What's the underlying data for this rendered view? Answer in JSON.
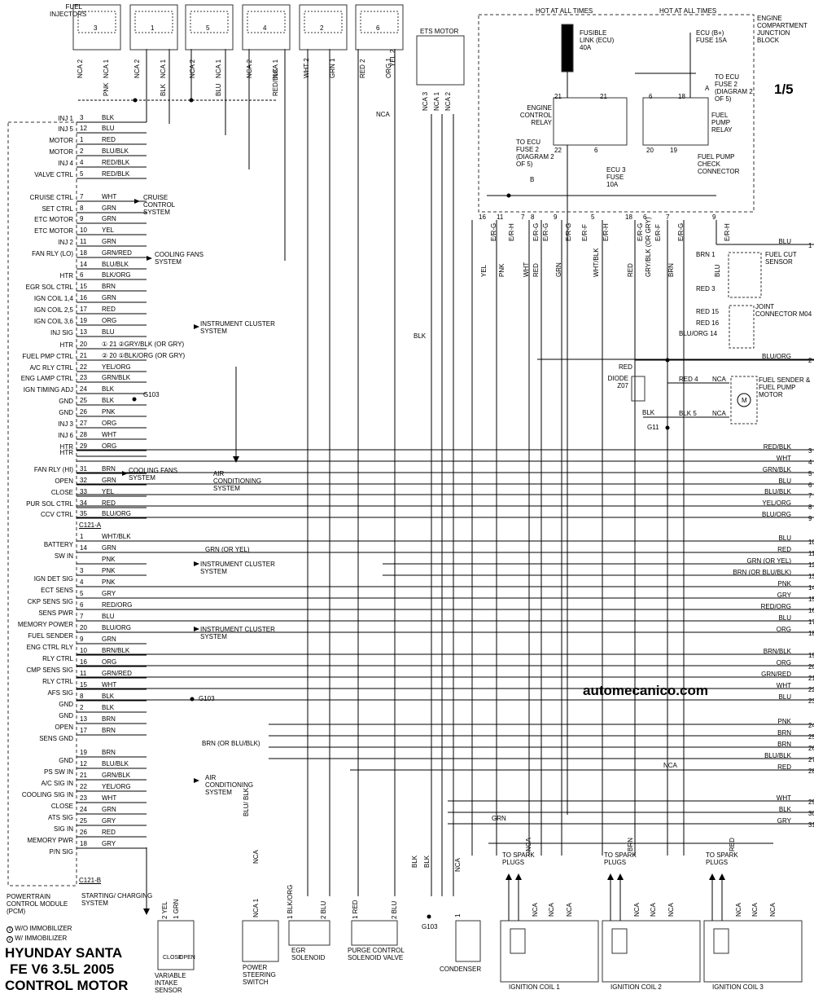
{
  "page_number": "1/5",
  "watermark": "automecanico.com",
  "title_lines": [
    "HYUNDAY SANTA",
    "FE V6 3.5L 2005",
    "CONTROL MOTOR"
  ],
  "notes": [
    {
      "mark": "1",
      "text": "W/O IMMOBILIZER"
    },
    {
      "mark": "2",
      "text": "W/ IMMOBILIZER"
    }
  ],
  "pcm_label": "POWERTRAIN CONTROL MODULE (PCM)",
  "connectors": {
    "a": "C121-A",
    "b": "C121-B"
  },
  "fuel_injectors": {
    "label": "FUEL INJECTORS",
    "units": [
      {
        "num": "3",
        "pin_a": "NCA 2",
        "pin_b": "NCA 1",
        "wire": "PNK"
      },
      {
        "num": "1",
        "pin_a": "NCA 2",
        "pin_b": "NCA 1",
        "wire": "BLK"
      },
      {
        "num": "5",
        "pin_a": "NCA 2",
        "pin_b": "NCA 1",
        "wire": "BLU"
      },
      {
        "num": "4",
        "pin_a": "NCA 2",
        "pin_b": "NCA 1",
        "wire": "RED/BLK"
      },
      {
        "num": "2",
        "pin_a": "WHT 2",
        "pin_b": "GRN 1",
        "wire": ""
      },
      {
        "num": "6",
        "pin_a": "RED 2",
        "pin_b": "ORG 1",
        "wire": ""
      }
    ],
    "extra_wire": "YEL 2"
  },
  "ets_motor": {
    "label": "ETS MOTOR",
    "pins": [
      "NCA 3",
      "NCA 1",
      "NCA 2"
    ]
  },
  "junction_block": {
    "label": "ENGINE COMPARTMENT JUNCTION BLOCK",
    "hot_left": "HOT AT ALL TIMES",
    "hot_right": "HOT AT ALL TIMES",
    "fusible_link": "FUSIBLE LINK (ECU) 40A",
    "ecu_b_fuse": "ECU (B+) FUSE 15A",
    "ecu3_fuse": "ECU 3 FUSE 10A",
    "to_ecu_fuse2_a": "TO ECU FUSE 2 (DIAGRAM 2 OF 5)",
    "to_ecu_fuse2_b": "TO ECU FUSE 2 (DIAGRAM 2 OF 5)",
    "engine_control_relay": "ENGINE CONTROL RELAY",
    "fuel_pump_relay": "FUEL PUMP RELAY",
    "fuel_pump_check": "FUEL PUMP CHECK CONNECTOR",
    "relay_pins": [
      "21",
      "21",
      "22",
      "6",
      "6",
      "18",
      "20",
      "19"
    ],
    "marker_a": "A",
    "marker_b": "B",
    "bottom_pins": [
      {
        "num": "16",
        "code": "E/R-G",
        "wire": "YEL"
      },
      {
        "num": "11",
        "code": "E/R-H",
        "wire": "PNK"
      },
      {
        "num": "7",
        "code": "E/R-G",
        "wire": "WHT"
      },
      {
        "num": "8",
        "code": "E/R-G",
        "wire": "RED"
      },
      {
        "num": "9",
        "code": "E/R-G",
        "wire": "GRN"
      },
      {
        "num": "",
        "code": "E/R-F",
        "wire": ""
      },
      {
        "num": "5",
        "code": "E/R-H",
        "wire": "WHT/BLK"
      },
      {
        "num": "18",
        "code": "E/R-G",
        "wire": "RED"
      },
      {
        "num": "6",
        "code": "E/R-F",
        "wire": "GRY/BLK (OR GRY)"
      },
      {
        "num": "7",
        "code": "E/R-G",
        "wire": "BRN"
      },
      {
        "num": "9",
        "code": "E/R-H",
        "wire": "BLU"
      }
    ]
  },
  "pcm_a_pins": [
    {
      "sig": "INJ 1",
      "pin": "3",
      "wire": "BLK"
    },
    {
      "sig": "INJ 5",
      "pin": "12",
      "wire": "BLU"
    },
    {
      "sig": "MOTOR",
      "pin": "1",
      "wire": "RED"
    },
    {
      "sig": "MOTOR",
      "pin": "2",
      "wire": "BLU/BLK"
    },
    {
      "sig": "INJ 4",
      "pin": "4",
      "wire": "RED/BLK"
    },
    {
      "sig": "VALVE CTRL",
      "pin": "5",
      "wire": "RED/BLK"
    },
    {
      "sig": "CRUISE CTRL",
      "pin": "7",
      "wire": "WHT"
    },
    {
      "sig": "SET CTRL",
      "pin": "8",
      "wire": "GRN"
    },
    {
      "sig": "ETC MOTOR",
      "pin": "9",
      "wire": "GRN"
    },
    {
      "sig": "ETC MOTOR",
      "pin": "10",
      "wire": "YEL"
    },
    {
      "sig": "INJ 2",
      "pin": "11",
      "wire": "GRN"
    },
    {
      "sig": "FAN RLY (LO)",
      "pin": "18",
      "wire": "GRN/RED"
    },
    {
      "sig": "",
      "pin": "14",
      "wire": "BLU/BLK"
    },
    {
      "sig": "HTR",
      "pin": "6",
      "wire": "BLK/ORG"
    },
    {
      "sig": "EGR SOL CTRL",
      "pin": "15",
      "wire": "BRN"
    },
    {
      "sig": "IGN COIL 1,4",
      "pin": "16",
      "wire": "GRN"
    },
    {
      "sig": "IGN COIL 2,5",
      "pin": "17",
      "wire": "RED"
    },
    {
      "sig": "IGN COIL 3,6",
      "pin": "19",
      "wire": "ORG"
    },
    {
      "sig": "INJ SIG",
      "pin": "13",
      "wire": "BLU"
    },
    {
      "sig": "HTR",
      "pin": "20",
      "wire": "① 21 ②GRY/BLK (OR GRY)"
    },
    {
      "sig": "FUEL PMP CTRL",
      "pin": "21",
      "wire": "② 20 ①BLK/ORG (OR GRY)"
    },
    {
      "sig": "A/C RLY CTRL",
      "pin": "22",
      "wire": "YEL/ORG"
    },
    {
      "sig": "ENG LAMP CTRL",
      "pin": "23",
      "wire": "GRN/BLK"
    },
    {
      "sig": "IGN TIMING ADJ",
      "pin": "24",
      "wire": "BLK"
    },
    {
      "sig": "GND",
      "pin": "25",
      "wire": "BLK"
    },
    {
      "sig": "GND",
      "pin": "26",
      "wire": "PNK"
    },
    {
      "sig": "INJ 3",
      "pin": "27",
      "wire": "ORG"
    },
    {
      "sig": "INJ 6",
      "pin": "28",
      "wire": "WHT"
    },
    {
      "sig": "HTR",
      "pin": "29",
      "wire": "ORG"
    },
    {
      "sig": "HTR",
      "pin": "",
      "wire": ""
    },
    {
      "sig": "FAN RLY (HI)",
      "pin": "31",
      "wire": "BRN"
    },
    {
      "sig": "OPEN",
      "pin": "32",
      "wire": "GRN"
    },
    {
      "sig": "CLOSE",
      "pin": "33",
      "wire": "YEL"
    },
    {
      "sig": "PUR SOL CTRL",
      "pin": "34",
      "wire": "RED"
    },
    {
      "sig": "CCV CTRL",
      "pin": "35",
      "wire": "BLU/ORG"
    }
  ],
  "pcm_b_pins": [
    {
      "sig": "BATTERY",
      "pin": "1",
      "wire": "WHT/BLK"
    },
    {
      "sig": "SW IN",
      "pin": "14",
      "wire": "GRN"
    },
    {
      "sig": "",
      "pin": "",
      "wire": "PNK"
    },
    {
      "sig": "IGN DET SIG",
      "pin": "3",
      "wire": "PNK"
    },
    {
      "sig": "ECT SENS",
      "pin": "4",
      "wire": "PNK"
    },
    {
      "sig": "CKP SENS SIG",
      "pin": "5",
      "wire": "GRY"
    },
    {
      "sig": "SENS PWR",
      "pin": "6",
      "wire": "RED/ORG"
    },
    {
      "sig": "MEMORY POWER",
      "pin": "7",
      "wire": "BLU"
    },
    {
      "sig": "FUEL SENDER",
      "pin": "20",
      "wire": "BLU/ORG"
    },
    {
      "sig": "ENG CTRL RLY",
      "pin": "9",
      "wire": "GRN"
    },
    {
      "sig": "RLY CTRL",
      "pin": "10",
      "wire": "BRN/BLK"
    },
    {
      "sig": "CMP SENS SIG",
      "pin": "16",
      "wire": "ORG"
    },
    {
      "sig": "RLY CTRL",
      "pin": "11",
      "wire": "GRN/RED"
    },
    {
      "sig": "AFS SIG",
      "pin": "15",
      "wire": "WHT"
    },
    {
      "sig": "GND",
      "pin": "8",
      "wire": "BLK"
    },
    {
      "sig": "GND",
      "pin": "2",
      "wire": "BLK"
    },
    {
      "sig": "OPEN",
      "pin": "13",
      "wire": "BRN"
    },
    {
      "sig": "SENS GND",
      "pin": "17",
      "wire": "BRN"
    },
    {
      "sig": "GND",
      "pin": "19",
      "wire": "BRN"
    },
    {
      "sig": "PS SW IN",
      "pin": "12",
      "wire": "BLU/BLK"
    },
    {
      "sig": "A/C SIG IN",
      "pin": "21",
      "wire": "GRN/BLK"
    },
    {
      "sig": "COOLING SIG IN",
      "pin": "22",
      "wire": "YEL/ORG"
    },
    {
      "sig": "CLOSE",
      "pin": "23",
      "wire": "WHT"
    },
    {
      "sig": "ATS SIG",
      "pin": "24",
      "wire": "GRN"
    },
    {
      "sig": "SIG IN",
      "pin": "25",
      "wire": "GRY"
    },
    {
      "sig": "MEMORY PWR",
      "pin": "26",
      "wire": "RED"
    },
    {
      "sig": "P/N SIG",
      "pin": "18",
      "wire": "GRY"
    }
  ],
  "right_edge": [
    {
      "num": "1",
      "wire": "BLU"
    },
    {
      "num": "2",
      "wire": "BLU/ORG"
    },
    {
      "num": "3",
      "wire": "RED/BLK"
    },
    {
      "num": "4",
      "wire": "WHT"
    },
    {
      "num": "5",
      "wire": "GRN/BLK"
    },
    {
      "num": "6",
      "wire": "BLU"
    },
    {
      "num": "7",
      "wire": "BLU/BLK"
    },
    {
      "num": "8",
      "wire": "YEL/ORG"
    },
    {
      "num": "9",
      "wire": "BLU/ORG"
    },
    {
      "num": "10",
      "wire": "BLU"
    },
    {
      "num": "11",
      "wire": "RED"
    },
    {
      "num": "12",
      "wire": "GRN    (OR YEL)"
    },
    {
      "num": "13",
      "wire": "BRN        (OR BLU/BLK)"
    },
    {
      "num": "14",
      "wire": "PNK"
    },
    {
      "num": "15",
      "wire": "GRY"
    },
    {
      "num": "16",
      "wire": "RED/ORG"
    },
    {
      "num": "17",
      "wire": "BLU"
    },
    {
      "num": "18",
      "wire": "ORG"
    },
    {
      "num": "19",
      "wire": "BRN/BLK"
    },
    {
      "num": "20",
      "wire": "ORG"
    },
    {
      "num": "21",
      "wire": "GRN/RED"
    },
    {
      "num": "22",
      "wire": "WHT"
    },
    {
      "num": "23",
      "wire": "BLU"
    },
    {
      "num": "24",
      "wire": "PNK"
    },
    {
      "num": "25",
      "wire": "BRN"
    },
    {
      "num": "26",
      "wire": "BRN"
    },
    {
      "num": "27",
      "wire": "BLU/BLK"
    },
    {
      "num": "28",
      "wire": "RED"
    },
    {
      "num": "29",
      "wire": "WHT"
    },
    {
      "num": "30",
      "wire": "BLK"
    },
    {
      "num": "31",
      "wire": "GRY"
    }
  ],
  "callouts": {
    "cruise": "CRUISE CONTROL SYSTEM",
    "cooling_lo": "COOLING FANS SYSTEM",
    "instrument1": "INSTRUMENT CLUSTER SYSTEM",
    "air_cond1": "AIR CONDITIONING SYSTEM",
    "cooling_hi": "COOLING FANS SYSTEM",
    "instrument2": "INSTRUMENT CLUSTER SYSTEM",
    "instrument3": "INSTRUMENT CLUSTER SYSTEM",
    "air_cond2": "AIR CONDITIONING SYSTEM",
    "starting": "STARTING/ CHARGING SYSTEM",
    "grn_or_yel": "GRN (OR YEL)",
    "brn_or": "BRN (OR BLU/BLK)",
    "g103": "G103",
    "blk_splice": "BLK",
    "nca_mid": "NCA",
    "nca_top": "NCA"
  },
  "right_components": {
    "fuel_cut": "FUEL CUT SENSOR",
    "fuel_cut_pins": [
      "BRN 1",
      "RED 3"
    ],
    "joint": "JOINT CONNECTOR M04",
    "joint_pins": [
      "RED 15",
      "RED 16",
      "BLU/ORG 14"
    ],
    "diode": "DIODE Z07",
    "diode_wire": "RED",
    "fuel_sender": "FUEL SENDER & FUEL PUMP MOTOR",
    "sender_pins": [
      "RED 4",
      "NCA",
      "BLK 5",
      "NCA"
    ],
    "g11": "G11",
    "blk": "BLK",
    "motor_symbol": "M"
  },
  "bottom_components": {
    "vis": {
      "label": "VARIABLE INTAKE SENSOR",
      "pins": [
        "2 YEL",
        "1 GRN"
      ],
      "inner": [
        "CLOSE",
        "OPEN"
      ]
    },
    "ps_switch": {
      "label": "POWER STEERING SWITCH",
      "wires": [
        "BLU/ BLK",
        "NCA",
        "NCA 1"
      ]
    },
    "egr": {
      "label": "EGR SOLENOID",
      "pins": [
        "1 BLK/ORG",
        "2 BLU"
      ]
    },
    "purge": {
      "label": "PURGE CONTROL SOLENOID VALVE",
      "pins": [
        "1 RED",
        "2 BLU"
      ]
    },
    "g103": {
      "label": "G103",
      "wires": [
        "BLK",
        "BLK"
      ]
    },
    "condenser": {
      "label": "CONDENSER",
      "pins": [
        "NCA",
        "1"
      ]
    },
    "coils": [
      {
        "label": "IGNITION COIL 1",
        "to": "TO SPARK PLUGS",
        "wire": "NCA"
      },
      {
        "label": "IGNITION COIL 2",
        "to": "TO SPARK PLUGS",
        "wire": "BRN"
      },
      {
        "label": "IGNITION COIL 3",
        "to": "TO SPARK PLUGS",
        "wire": "RED"
      }
    ],
    "coil_pin_label": "NCA",
    "grn_label": "GRN"
  }
}
